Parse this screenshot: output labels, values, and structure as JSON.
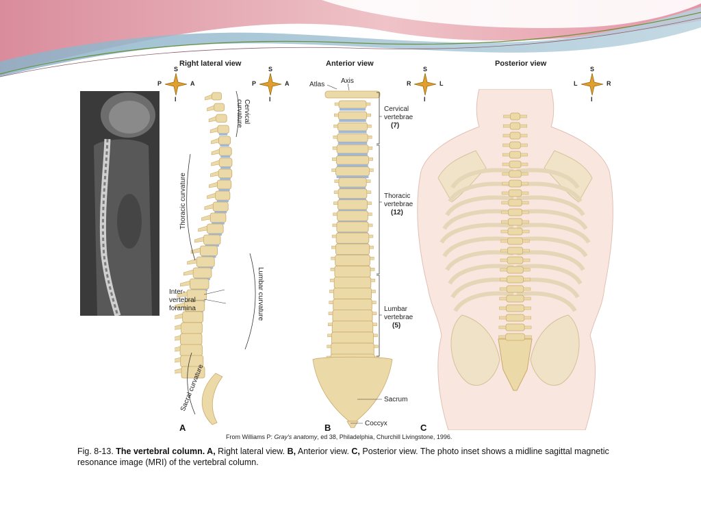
{
  "figure": {
    "views": {
      "right_lateral": "Right lateral view",
      "anterior": "Anterior view",
      "posterior": "Posterior view"
    },
    "panel_letters": [
      "A",
      "B",
      "C"
    ],
    "compass_A": {
      "top": "S",
      "bottom": "I",
      "left": "P",
      "right": "A"
    },
    "compass_A2": {
      "top": "S",
      "bottom": "I",
      "left": "P",
      "right": "A"
    },
    "compass_B": {
      "top": "S",
      "bottom": "I",
      "left": "R",
      "right": "L"
    },
    "compass_C": {
      "top": "S",
      "bottom": "I",
      "left": "L",
      "right": "R"
    },
    "lateral_labels": {
      "cervical_curvature": "Cervical curvature",
      "thoracic_curvature": "Thoracic curvature",
      "lumbar_curvature": "Lumbar curvature",
      "sacral_curvature": "Sacral curvature",
      "foramina_1": "Inter-",
      "foramina_2": "vertebral",
      "foramina_3": "foramina"
    },
    "anterior_labels": {
      "atlas": "Atlas",
      "axis": "Axis",
      "cervical_1": "Cervical",
      "cervical_2": "vertebrae",
      "cervical_count": "(7)",
      "thoracic_1": "Thoracic",
      "thoracic_2": "vertebrae",
      "thoracic_count": "(12)",
      "lumbar_1": "Lumbar",
      "lumbar_2": "vertebrae",
      "lumbar_count": "(5)",
      "sacrum": "Sacrum",
      "coccyx": "Coccyx"
    },
    "credit": {
      "prefix": "From Williams P: ",
      "italic": "Gray's anatomy",
      "suffix": ", ed 38, Philadelphia, Churchill Livingstone, 1996."
    },
    "caption": {
      "fig_no": "Fig. 8-13. ",
      "title": "The vertebral column. A,",
      "t1": " Right lateral view. ",
      "b_label": "B,",
      "t2": " Anterior view. ",
      "c_label": "C,",
      "t3": " Posterior view. The photo inset shows a midline sagittal magnetic resonance image (MRI) of the vertebral column."
    }
  },
  "colors": {
    "bone": "#ecd9a8",
    "bone_dark": "#c9a96a",
    "disc": "#9db8dd",
    "skin": "#f8e3dc",
    "banner_pink": "#e9aab4",
    "banner_blue": "#8fb7cf"
  }
}
